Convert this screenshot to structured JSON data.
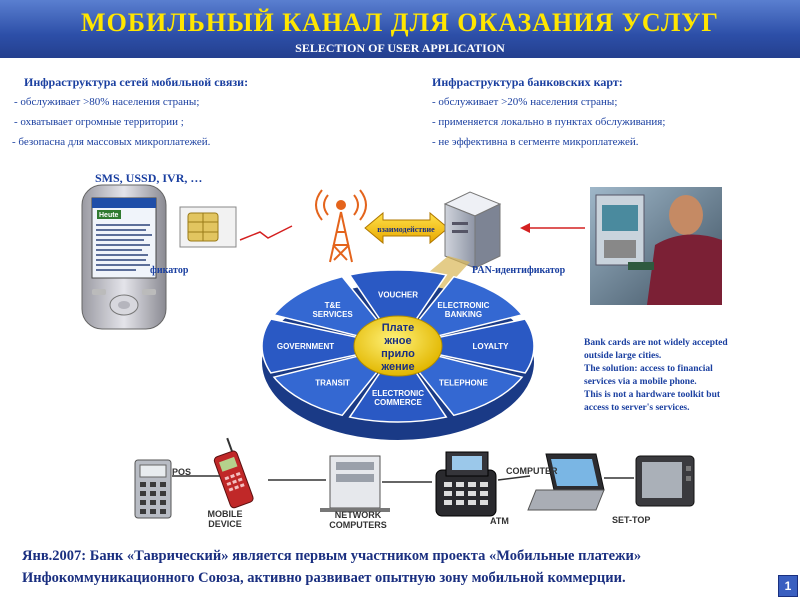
{
  "header": {
    "title": "МОБИЛЬНЫЙ КАНАЛ ДЛЯ ОКАЗАНИЯ УСЛУГ",
    "subtitle": "SELECTION OF USER APPLICATION"
  },
  "left_column": {
    "heading": "Инфраструктура сетей мобильной связи:",
    "items": [
      " - обслуживает >80% населения страны;",
      " - охватывает огромные территории ;",
      "- безопасна для массовых микроплатежей."
    ],
    "channels": "SMS, USSD, IVR, …"
  },
  "right_column": {
    "heading": "Инфраструктура банковских карт:",
    "items": [
      "- обслуживает >20% населения страны;",
      "- применяется локально в пунктах обслуживания;",
      "- не эффективна в сегменте микроплатежей."
    ]
  },
  "labels": {
    "phone_identifier": "фикатор",
    "pan_identifier": "PAN-идентификатор",
    "interaction": "взаимодействие"
  },
  "phone_screen": {
    "brand": "Heute"
  },
  "pie": {
    "center_lines": [
      "Плате",
      "жное",
      "прило",
      "жение"
    ],
    "segments": [
      "VOUCHER",
      "ELECTRONIC BANKING",
      "LOYALTY",
      "TELEPHONE",
      "ELECTRONIC COMMERCE",
      "TRANSIT",
      "GOVERNMENT",
      "T&E SERVICES"
    ]
  },
  "note": {
    "lines": [
      "Bank cards are not widely accepted",
      "outside large cities.",
      "The solution:  access to financial",
      "services via a mobile phone.",
      "This is not a hardware toolkit but",
      "access to server's services."
    ]
  },
  "devices": {
    "pos": "POS",
    "mobile_device_1": "MOBILE",
    "mobile_device_2": "DEVICE",
    "network_computers_1": "NETWORK",
    "network_computers_2": "COMPUTERS",
    "atm": "ATM",
    "computer": "COMPUTER",
    "settop": "SET-TOP"
  },
  "footer": {
    "line1": "Янв.2007: Банк «Таврический» является первым участником проекта «Мобильные платежи»",
    "line2": "Инфокоммуникационного Союза, активно развивает опытную зону мобильной коммерции.",
    "page": "1"
  },
  "colors": {
    "header_bg": "#2d4fa8",
    "title": "#ffe600",
    "text_blue": "#1a3fa0",
    "pie_blue": "#2a59c4",
    "center_yellow": "#f2d21a"
  }
}
